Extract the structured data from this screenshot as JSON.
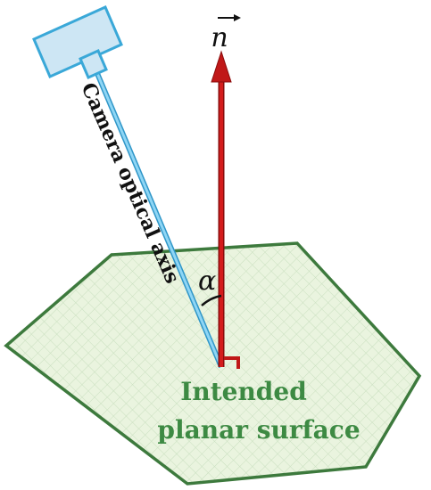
{
  "labels": {
    "normal_vector": "n",
    "camera_axis": "Camera optical axis",
    "angle": "α",
    "surface_line1": "Intended",
    "surface_line2": "planar surface"
  },
  "colors": {
    "surface_fill": "#e8f3dc",
    "surface_stroke": "#3d7a3d",
    "surface_text": "#3d8a43",
    "camera_fill": "#c8e4f4",
    "camera_stroke": "#3aa8d8",
    "camera_axis": "#6ec6ec",
    "normal_vector": "#c01818",
    "text": "#111111"
  }
}
